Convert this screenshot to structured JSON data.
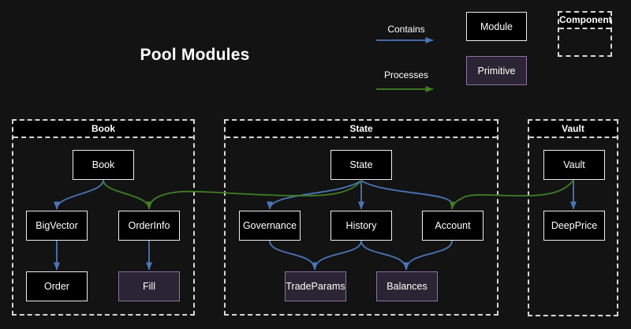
{
  "title": "Pool Modules",
  "legend": {
    "contains_label": "Contains",
    "processes_label": "Processes",
    "module_label": "Module",
    "primitive_label": "Primitive",
    "component_label": "Component"
  },
  "clusters": {
    "book": {
      "label": "Book"
    },
    "state": {
      "label": "State"
    },
    "vault": {
      "label": "Vault"
    }
  },
  "nodes": {
    "book": {
      "label": "Book",
      "type": "module"
    },
    "bigvector": {
      "label": "BigVector",
      "type": "module"
    },
    "orderinfo": {
      "label": "OrderInfo",
      "type": "module"
    },
    "order": {
      "label": "Order",
      "type": "module"
    },
    "fill": {
      "label": "Fill",
      "type": "primitive"
    },
    "state": {
      "label": "State",
      "type": "module"
    },
    "governance": {
      "label": "Governance",
      "type": "module"
    },
    "history": {
      "label": "History",
      "type": "module"
    },
    "account": {
      "label": "Account",
      "type": "module"
    },
    "tradeparams": {
      "label": "TradeParams",
      "type": "primitive"
    },
    "balances": {
      "label": "Balances",
      "type": "primitive"
    },
    "vault": {
      "label": "Vault",
      "type": "module"
    },
    "deepprice": {
      "label": "DeepPrice",
      "type": "module"
    }
  },
  "edges": [
    {
      "from": "Book",
      "to": "BigVector",
      "type": "contains"
    },
    {
      "from": "BigVector",
      "to": "Order",
      "type": "contains"
    },
    {
      "from": "OrderInfo",
      "to": "Fill",
      "type": "contains"
    },
    {
      "from": "Book",
      "to": "OrderInfo",
      "type": "processes"
    },
    {
      "from": "State",
      "to": "Governance",
      "type": "contains"
    },
    {
      "from": "State",
      "to": "History",
      "type": "contains"
    },
    {
      "from": "State",
      "to": "Account",
      "type": "contains"
    },
    {
      "from": "State",
      "to": "OrderInfo",
      "type": "processes"
    },
    {
      "from": "Governance",
      "to": "TradeParams",
      "type": "contains"
    },
    {
      "from": "History",
      "to": "TradeParams",
      "type": "contains"
    },
    {
      "from": "History",
      "to": "Balances",
      "type": "contains"
    },
    {
      "from": "Account",
      "to": "Balances",
      "type": "contains"
    },
    {
      "from": "Vault",
      "to": "DeepPrice",
      "type": "contains"
    },
    {
      "from": "Vault",
      "to": "Account",
      "type": "processes"
    }
  ],
  "colors": {
    "background": "#131313",
    "node_fill": "#000000",
    "node_border": "#ededed",
    "primitive_fill": "#2b2434",
    "primitive_border": "#8a72a3",
    "cluster_border": "#d6d6d6",
    "cluster_header_fill": "#000000",
    "contains_color": "#4a76b8",
    "processes_color": "#3f7f27",
    "text_color": "#ffffff"
  }
}
